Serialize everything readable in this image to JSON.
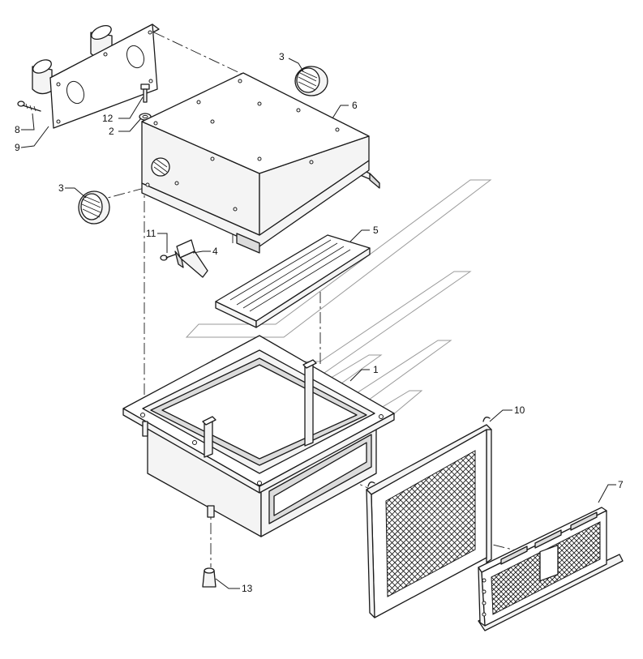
{
  "callouts": {
    "c1": "1",
    "c2": "2",
    "c3a": "3",
    "c3b": "3",
    "c4": "4",
    "c5": "5",
    "c6": "6",
    "c7": "7",
    "c8": "8",
    "c9": "9",
    "c10": "10",
    "c11": "11",
    "c12": "12",
    "c13": "13"
  }
}
